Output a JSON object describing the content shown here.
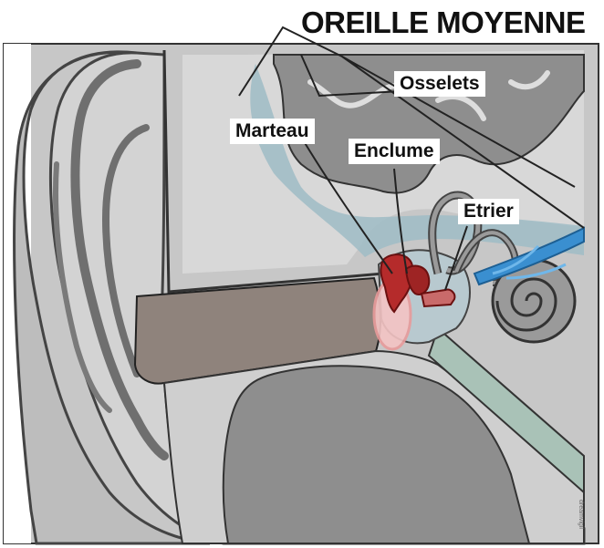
{
  "title": "OREILLE MOYENNE",
  "labels": {
    "osselets": "Osselets",
    "marteau": "Marteau",
    "enclume": "Enclume",
    "etrier": "Etrier"
  },
  "credit": "dreamvigil",
  "colors": {
    "bone_gray": "#8e8e8e",
    "tissue_gray": "#cfcfcf",
    "canal_brown": "#8f837c",
    "blue_tint": "#9fbcc6",
    "ossicle_red": "#b52b2b",
    "nerve_blue": "#3a8fd0"
  }
}
